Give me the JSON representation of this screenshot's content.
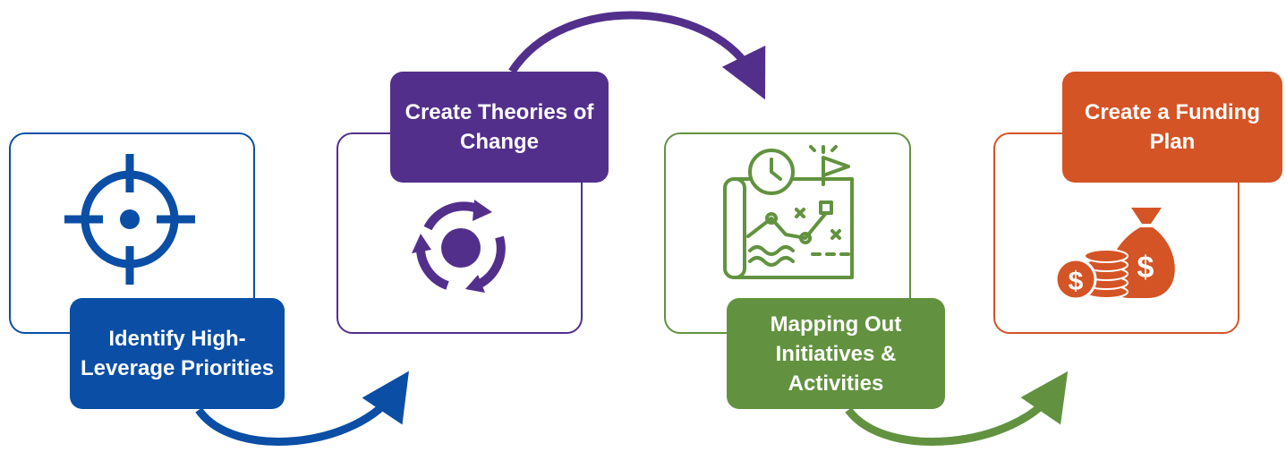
{
  "colors": {
    "blue": "#0a4ea5",
    "purple": "#532f8c",
    "green": "#62923f",
    "orange": "#d45425"
  },
  "steps": [
    {
      "label": "Identify High-Leverage Priorities",
      "icon": "crosshair-target-icon",
      "color": "#0a4ea5"
    },
    {
      "label": "Create Theories of Change",
      "icon": "circular-arrows-cycle-icon",
      "color": "#532f8c"
    },
    {
      "label": "Mapping Out Initiatives & Activities",
      "icon": "strategy-map-clock-flag-icon",
      "color": "#62923f"
    },
    {
      "label": "Create a Funding Plan",
      "icon": "money-bag-coins-icon",
      "color": "#d45425"
    }
  ]
}
